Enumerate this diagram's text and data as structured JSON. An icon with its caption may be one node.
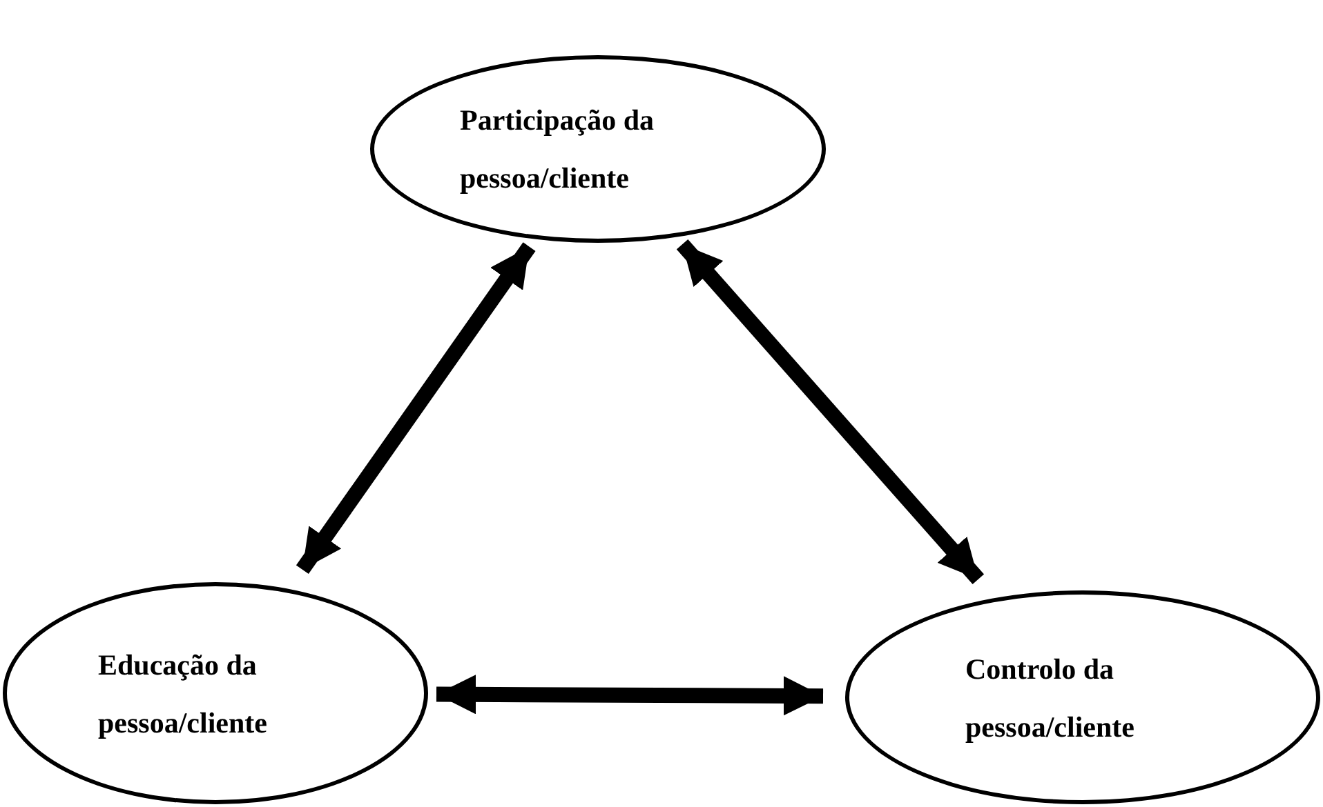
{
  "diagram": {
    "nodes": [
      {
        "text": [
          "Participação da pessoa/cliente"
        ]
      },
      {
        "text": [
          "Educação da pessoa/cliente"
        ]
      },
      {
        "text": [
          "Controlo da pessoa/cliente"
        ]
      }
    ],
    "edges": [
      {
        "from": 0,
        "to": 1,
        "arrow": "both"
      },
      {
        "from": 0,
        "to": 2,
        "arrow": "both"
      },
      {
        "from": 1,
        "to": 2,
        "arrow": "both"
      }
    ]
  }
}
